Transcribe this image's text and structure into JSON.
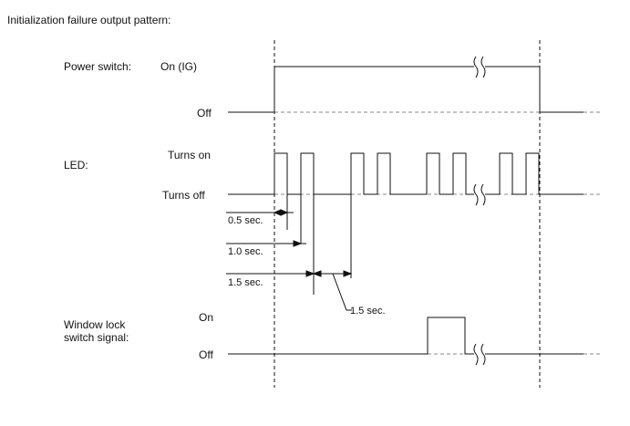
{
  "title": "Initialization failure output pattern:",
  "power": {
    "label": "Power switch:",
    "on": "On (IG)",
    "off": "Off"
  },
  "led": {
    "label": "LED:",
    "on": "Turns on",
    "off": "Turns off"
  },
  "window_lock": {
    "label_line1": "Window lock",
    "label_line2": "switch signal:",
    "on": "On",
    "off": "Off"
  },
  "intervals": {
    "t1": "0.5 sec.",
    "t2": "1.0 sec.",
    "t3": "1.5 sec.",
    "t4": "1.5 sec."
  },
  "colors": {
    "line": "#111111",
    "dashed": "#888888"
  }
}
